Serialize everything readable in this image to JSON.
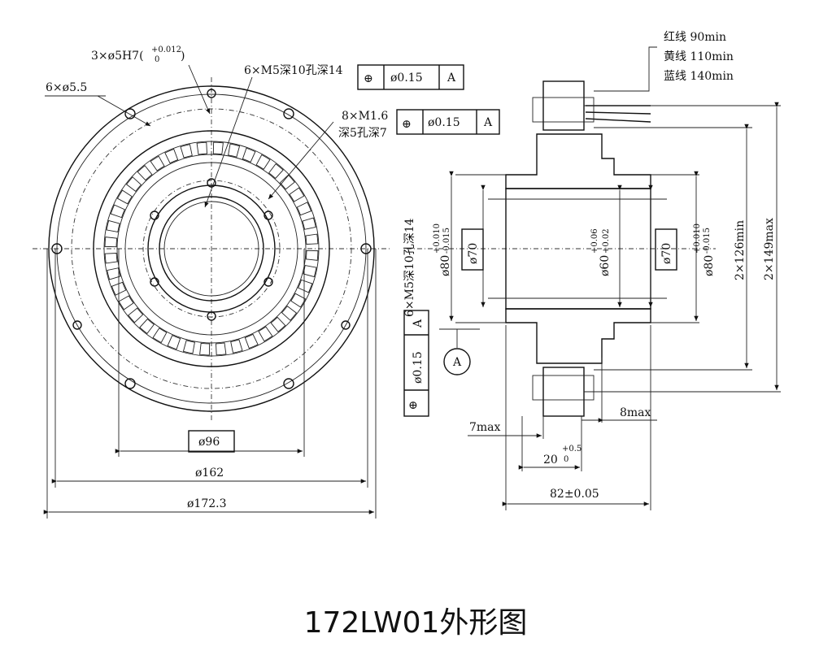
{
  "title": "172LW01外形图",
  "front_view": {
    "labels": {
      "holes_5h7": "3×ø5H7(",
      "tol_upper": "+0.012",
      "tol_lower": "0",
      "tol_close": ")",
      "holes_55": "6×ø5.5",
      "holes_m5": "6×M5深10孔深14",
      "holes_m16_a": "8×M1.6",
      "holes_m16_b": "深5孔深7",
      "dia_96": "ø96",
      "dia_162": "ø162",
      "dia_1723": "ø172.3"
    },
    "fcf1": {
      "symbol": "⊕",
      "value": "ø0.15",
      "datum": "A"
    },
    "fcf2": {
      "symbol": "⊕",
      "value": "ø0.15",
      "datum": "A"
    }
  },
  "side_view": {
    "wires": {
      "red": "红线 90min",
      "yellow": "黄线 110min",
      "blue": "蓝线 140min"
    },
    "labels": {
      "m5_vertical": "6×M5深10孔深14",
      "dia_80_left": "ø80",
      "dia_80_left_tol_u": "+0.010",
      "dia_80_left_tol_l": "-0.015",
      "dia_70_left": "ø70",
      "dia_60": "ø60",
      "dia_60_tol_u": "+0.06",
      "dia_60_tol_l": "+0.02",
      "dia_70_right": "ø70",
      "dia_80_right": "ø80",
      "dia_80_right_tol_u": "+0.010",
      "dia_80_right_tol_l": "-0.015",
      "h_126": "2×126min",
      "h_149": "2×149max",
      "w_7": "7max",
      "w_8": "8max",
      "w_20": "20",
      "w_20_tol_u": "+0.5",
      "w_20_tol_l": "0",
      "w_82": "82±0.05",
      "datum_a": "A"
    },
    "fcf_vertical": {
      "symbol": "⊕",
      "value": "ø0.15",
      "datum": "A"
    }
  }
}
